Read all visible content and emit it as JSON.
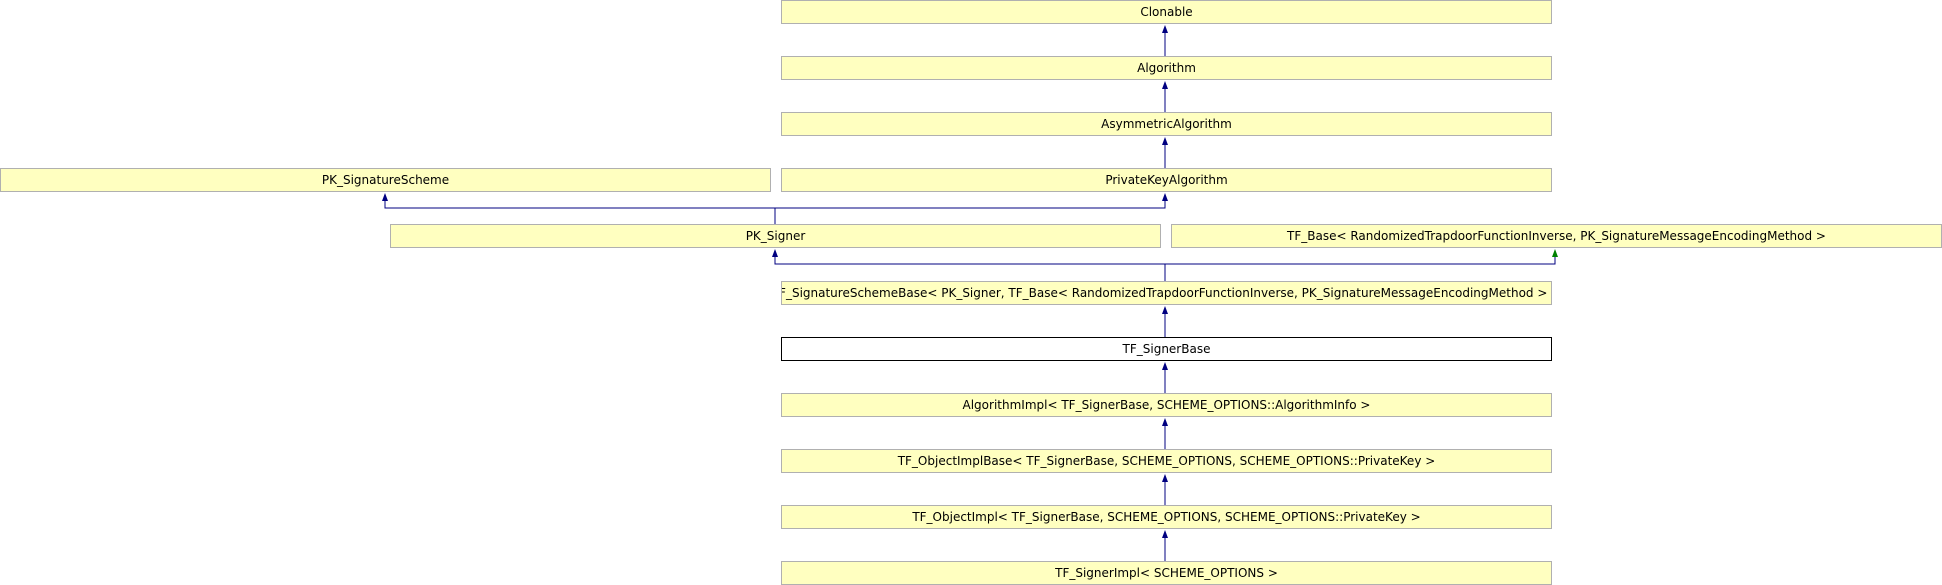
{
  "nodes": {
    "clonable": "Clonable",
    "algorithm": "Algorithm",
    "asymmetric_algorithm": "AsymmetricAlgorithm",
    "pk_signature_scheme": "PK_SignatureScheme",
    "private_key_algorithm": "PrivateKeyAlgorithm",
    "pk_signer": "PK_Signer",
    "tf_base": "TF_Base< RandomizedTrapdoorFunctionInverse, PK_SignatureMessageEncodingMethod >",
    "tf_signature_scheme_base": "TF_SignatureSchemeBase< PK_Signer, TF_Base< RandomizedTrapdoorFunctionInverse, PK_SignatureMessageEncodingMethod > >",
    "tf_signer_base": "TF_SignerBase",
    "algorithm_impl": "AlgorithmImpl< TF_SignerBase, SCHEME_OPTIONS::AlgorithmInfo >",
    "tf_object_impl_base": "TF_ObjectImplBase< TF_SignerBase, SCHEME_OPTIONS, SCHEME_OPTIONS::PrivateKey >",
    "tf_object_impl": "TF_ObjectImpl< TF_SignerBase, SCHEME_OPTIONS, SCHEME_OPTIONS::PrivateKey >",
    "tf_signer_impl": "TF_SignerImpl< SCHEME_OPTIONS >"
  },
  "colors": {
    "node_fill": "#ffffc0",
    "node_border": "#b0b0b0",
    "current_fill": "#ffffff",
    "current_border": "#000000",
    "inheritance_edge": "#000080",
    "template_edge": "#008000"
  }
}
